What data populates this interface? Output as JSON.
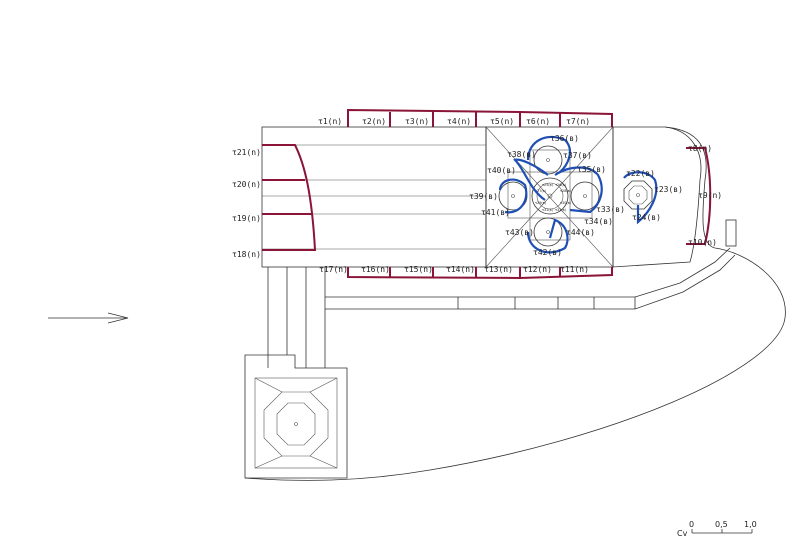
{
  "plan": {
    "labels_red": [
      "τ1(n)",
      "τ2(n)",
      "τ3(n)",
      "τ4(n)",
      "τ5(n)",
      "τ6(n)",
      "τ7(n)",
      "τ8(n)",
      "τ9(n)",
      "τ10(n)",
      "τ11(n)",
      "τ12(n)",
      "τ13(n)",
      "τ14(n)",
      "τ15(n)",
      "τ16(n)",
      "τ17(n)",
      "τ18(n)",
      "τ19(n)",
      "τ20(n)",
      "τ21(n)"
    ],
    "labels_blue": [
      "τ22(в)",
      "τ23(в)",
      "τ24(в)",
      "τ33(в)",
      "τ34(в)",
      "τ35(в)",
      "τ36(в)",
      "τ37(в)",
      "τ38(в)",
      "τ39(в)",
      "τ40(в)",
      "τ41(в)",
      "τ42(в)",
      "τ43(в)",
      "τ44(в)"
    ]
  },
  "scale_bar": {
    "label": "Cv",
    "ticks": [
      "0",
      "0,5",
      "1,0"
    ]
  },
  "colors": {
    "outline": "#333333",
    "exterior_walls": "#8a1538",
    "interior_walls": "#1f4fb5"
  }
}
